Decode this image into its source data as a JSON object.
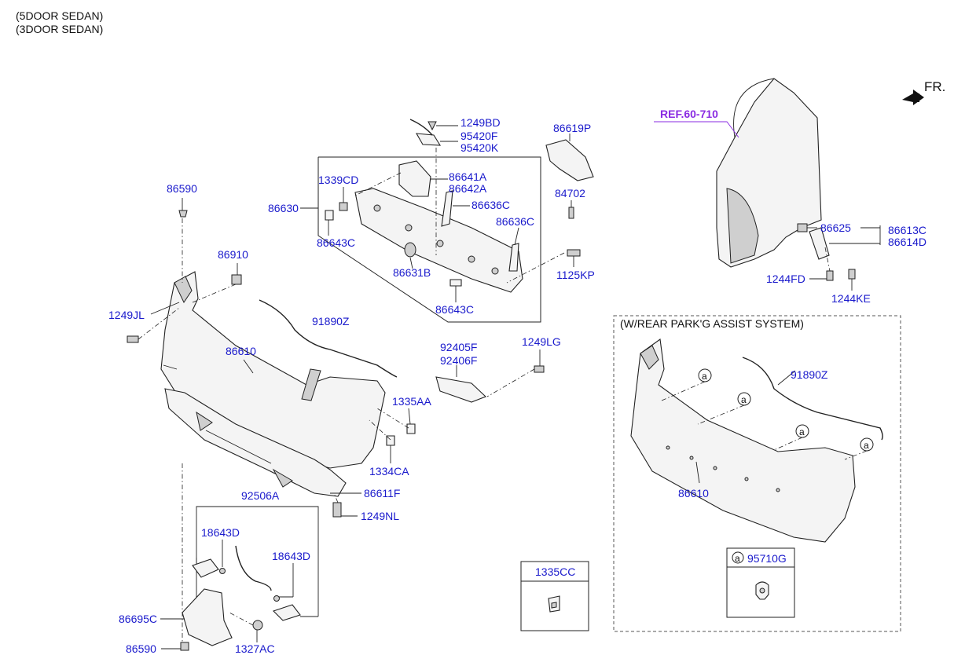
{
  "header": {
    "line1": "(5DOOR SEDAN)",
    "line2": "(3DOOR SEDAN)"
  },
  "ref_label": "REF.60-710",
  "fr_label": "FR.",
  "option_box": {
    "title": "(W/REAR PARK'G ASSIST SYSTEM)"
  },
  "marker": "a",
  "legend_boxes": [
    {
      "code": "1335CC"
    },
    {
      "code": "95710G"
    }
  ],
  "labels": [
    "86590",
    "86910",
    "1249JL",
    "86610",
    "91890Z",
    "86630",
    "1339CD",
    "86643C",
    "86641A",
    "86642A",
    "86636C",
    "86636C",
    "86631B",
    "86643C",
    "1249BD",
    "95420F",
    "95420K",
    "86619P",
    "84702",
    "1125KP",
    "92405F",
    "92406F",
    "1249LG",
    "1335AA",
    "1334CA",
    "86611F",
    "1249NL",
    "92506A",
    "18643D",
    "18643D",
    "86695C",
    "86590",
    "1327AC",
    "86625",
    "86613C",
    "86614D",
    "1244FD",
    "1244KE",
    "91890Z",
    "86610"
  ]
}
